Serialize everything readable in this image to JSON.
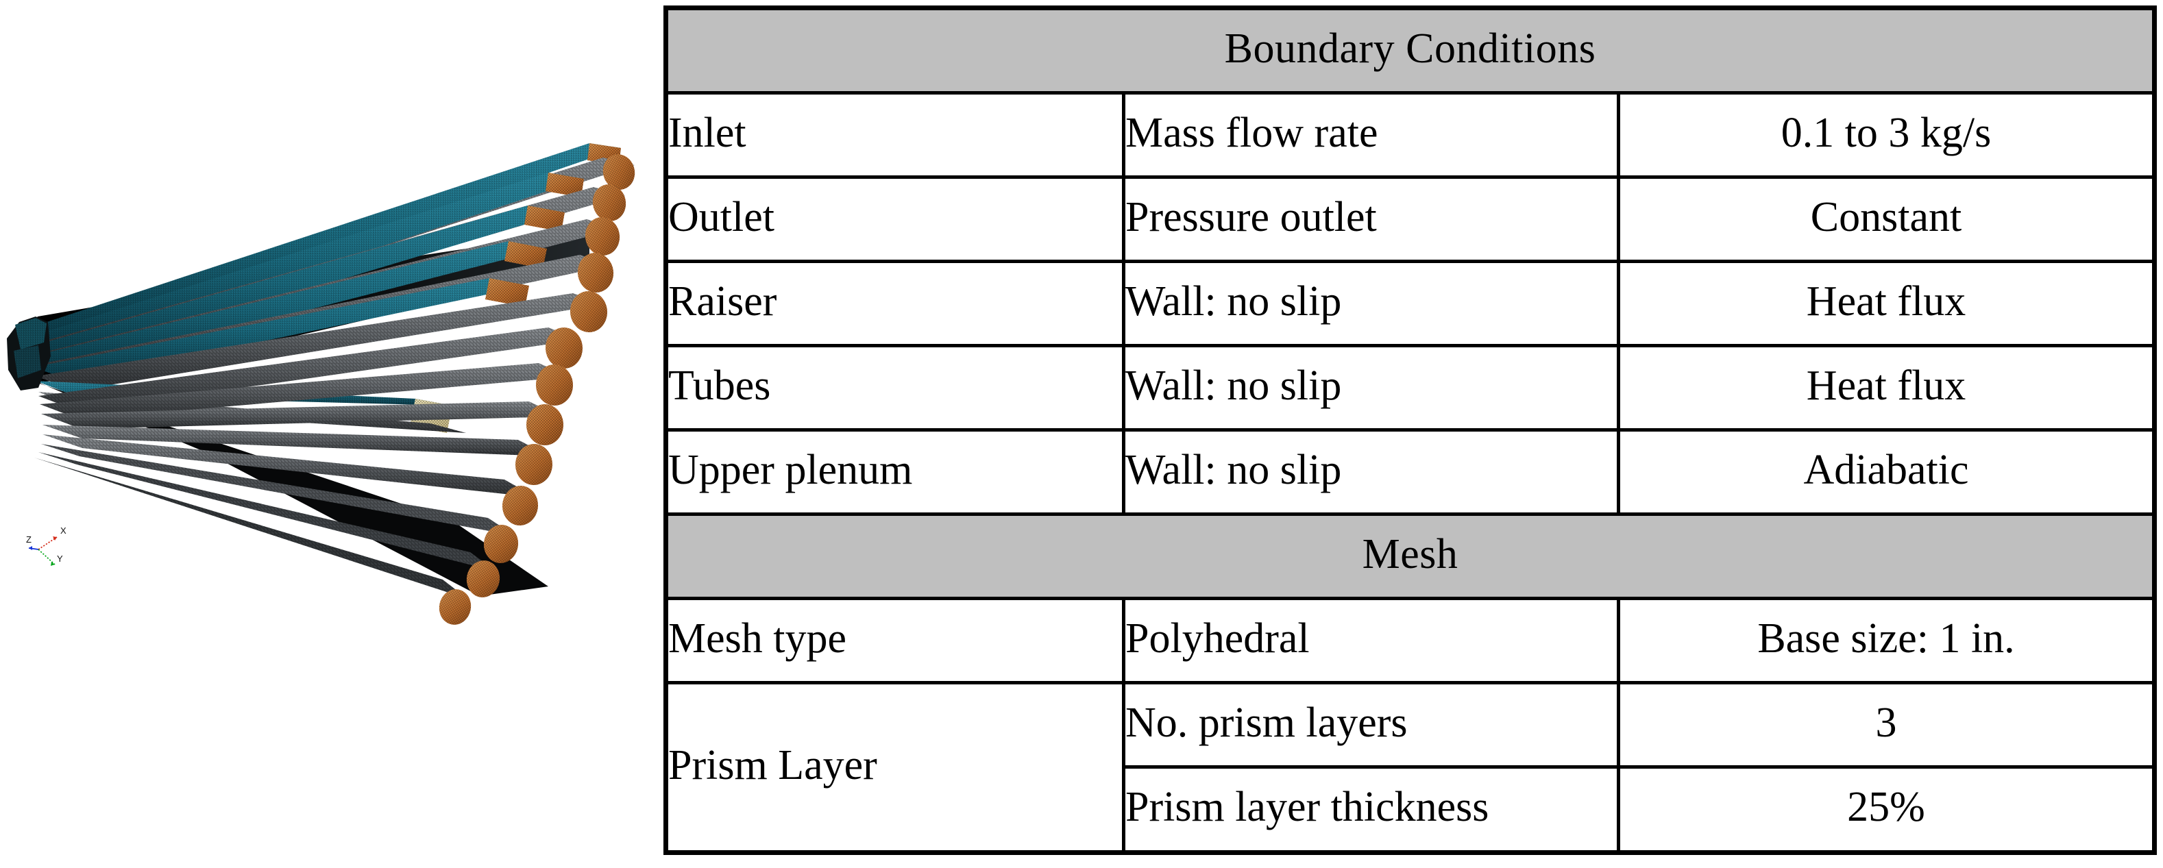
{
  "figure": {
    "name": "cfd-mesh-render",
    "description": "Three-dimensional polyhedral CFD mesh of a heat exchanger raiser and tube bundle shown in perspective",
    "axis_triad": {
      "x_label": "X",
      "y_label": "Y",
      "z_label": "Z",
      "x_color": "#d42a18",
      "y_color": "#0aa61e",
      "z_color": "#1433d8"
    },
    "colors": {
      "tube_gray": "#6d7175",
      "tube_gray_dark": "#3a3d40",
      "fluid_teal": "#1f7085",
      "fluid_teal_dark": "#0e4555",
      "tube_end_orange": "#c2702e",
      "tube_end_orange_light": "#d9904e",
      "cut_face_tan": "#e6daa8",
      "shadow_black": "#0a0a0a",
      "background": "#ffffff"
    }
  },
  "table": {
    "name": "boundary-conditions-and-mesh-table",
    "columns": 3,
    "sections": [
      {
        "header": "Boundary Conditions",
        "rows": [
          {
            "label": "Inlet",
            "middle": "Mass flow rate",
            "value": "0.1 to 3 kg/s"
          },
          {
            "label": "Outlet",
            "middle": "Pressure outlet",
            "value": "Constant"
          },
          {
            "label": "Raiser",
            "middle": "Wall: no slip",
            "value": "Heat flux"
          },
          {
            "label": "Tubes",
            "middle": "Wall: no slip",
            "value": "Heat flux"
          },
          {
            "label": "Upper plenum",
            "middle": "Wall: no slip",
            "value": "Adiabatic"
          }
        ]
      },
      {
        "header": "Mesh",
        "rows": [
          {
            "label": "Mesh type",
            "middle": "Polyhedral",
            "value": "Base size: 1 in."
          }
        ],
        "grouped": {
          "label": "Prism Layer",
          "rows": [
            {
              "middle": "No. prism layers",
              "value": "3"
            },
            {
              "middle": "Prism layer thickness",
              "value": "25%"
            }
          ]
        }
      }
    ]
  },
  "style": {
    "header_background": "#bfbfbf",
    "border_color": "#000000",
    "text_color": "#000000",
    "page_background": "#ffffff"
  }
}
